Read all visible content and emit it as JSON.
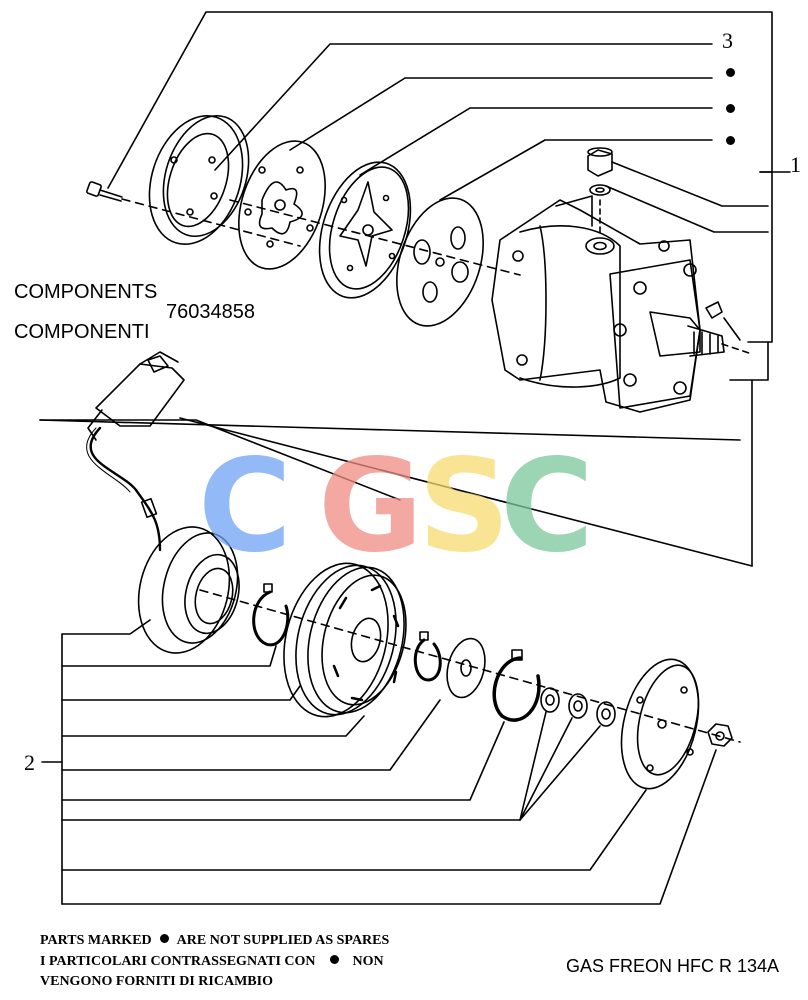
{
  "labels": {
    "components_en": "COMPONENTS",
    "components_it": "COMPONENTI",
    "part_number": "76034858"
  },
  "callouts": {
    "c1": "1",
    "c2": "2",
    "c3": "3"
  },
  "footer": {
    "line1_a": "PARTS MARKED",
    "line1_b": "ARE NOT SUPPLIED AS SPARES",
    "line2_a": "I PARTICOLARI CONTRASSEGNATI CON",
    "line2_b": "NON",
    "line3": "VENGONO FORNITI DI RICAMBIO",
    "gas": "GAS FREON HFC R 134A"
  },
  "watermark": {
    "letters": [
      "C",
      "G",
      "S",
      "C"
    ],
    "colors": [
      "#6fa3f5",
      "#f08c84",
      "#f7dc6f",
      "#7bc89a"
    ]
  }
}
